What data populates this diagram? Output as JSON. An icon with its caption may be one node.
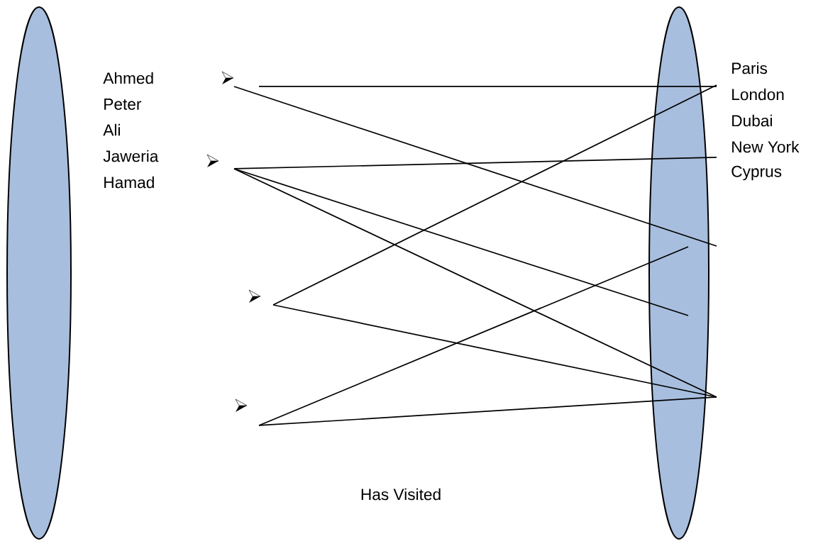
{
  "diagram": {
    "nodes": [
      {
        "text": [],
        "shape": "ellipse"
      },
      {
        "text": [],
        "shape": "ellipse"
      },
      {
        "text": [],
        "shape": "arrowhead"
      },
      {
        "text": [],
        "shape": "arrowhead"
      },
      {
        "text": [],
        "shape": "arrowhead"
      },
      {
        "text": [],
        "shape": "arrowhead"
      }
    ],
    "edges": [
      {
        "from": 2,
        "to": 1,
        "arrow": "none"
      },
      {
        "from": 2,
        "to": 1,
        "arrow": "none"
      },
      {
        "from": 3,
        "to": 1,
        "arrow": "none"
      },
      {
        "from": 3,
        "to": 1,
        "arrow": "none"
      },
      {
        "from": 3,
        "to": 1,
        "arrow": "none"
      },
      {
        "from": 4,
        "to": 1,
        "arrow": "none"
      },
      {
        "from": 4,
        "to": 1,
        "arrow": "none"
      },
      {
        "from": 5,
        "to": 1,
        "arrow": "none"
      },
      {
        "from": 5,
        "to": 1,
        "arrow": "none"
      }
    ],
    "labels": [
      "Ahmed",
      "Peter",
      "Ali",
      "Jaweria",
      "Hamad",
      "Paris",
      "London",
      "Dubai",
      "New York",
      "Cyprus",
      "Has Visited"
    ]
  }
}
